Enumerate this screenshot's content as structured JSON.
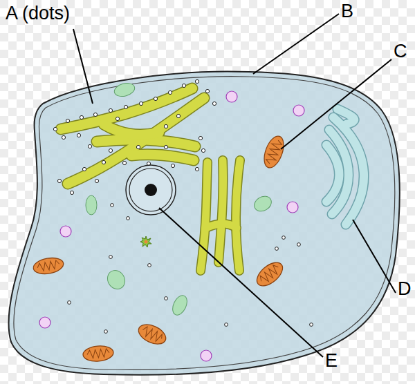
{
  "diagram": {
    "labels": [
      "A (dots)",
      "B",
      "C",
      "D",
      "E"
    ]
  }
}
